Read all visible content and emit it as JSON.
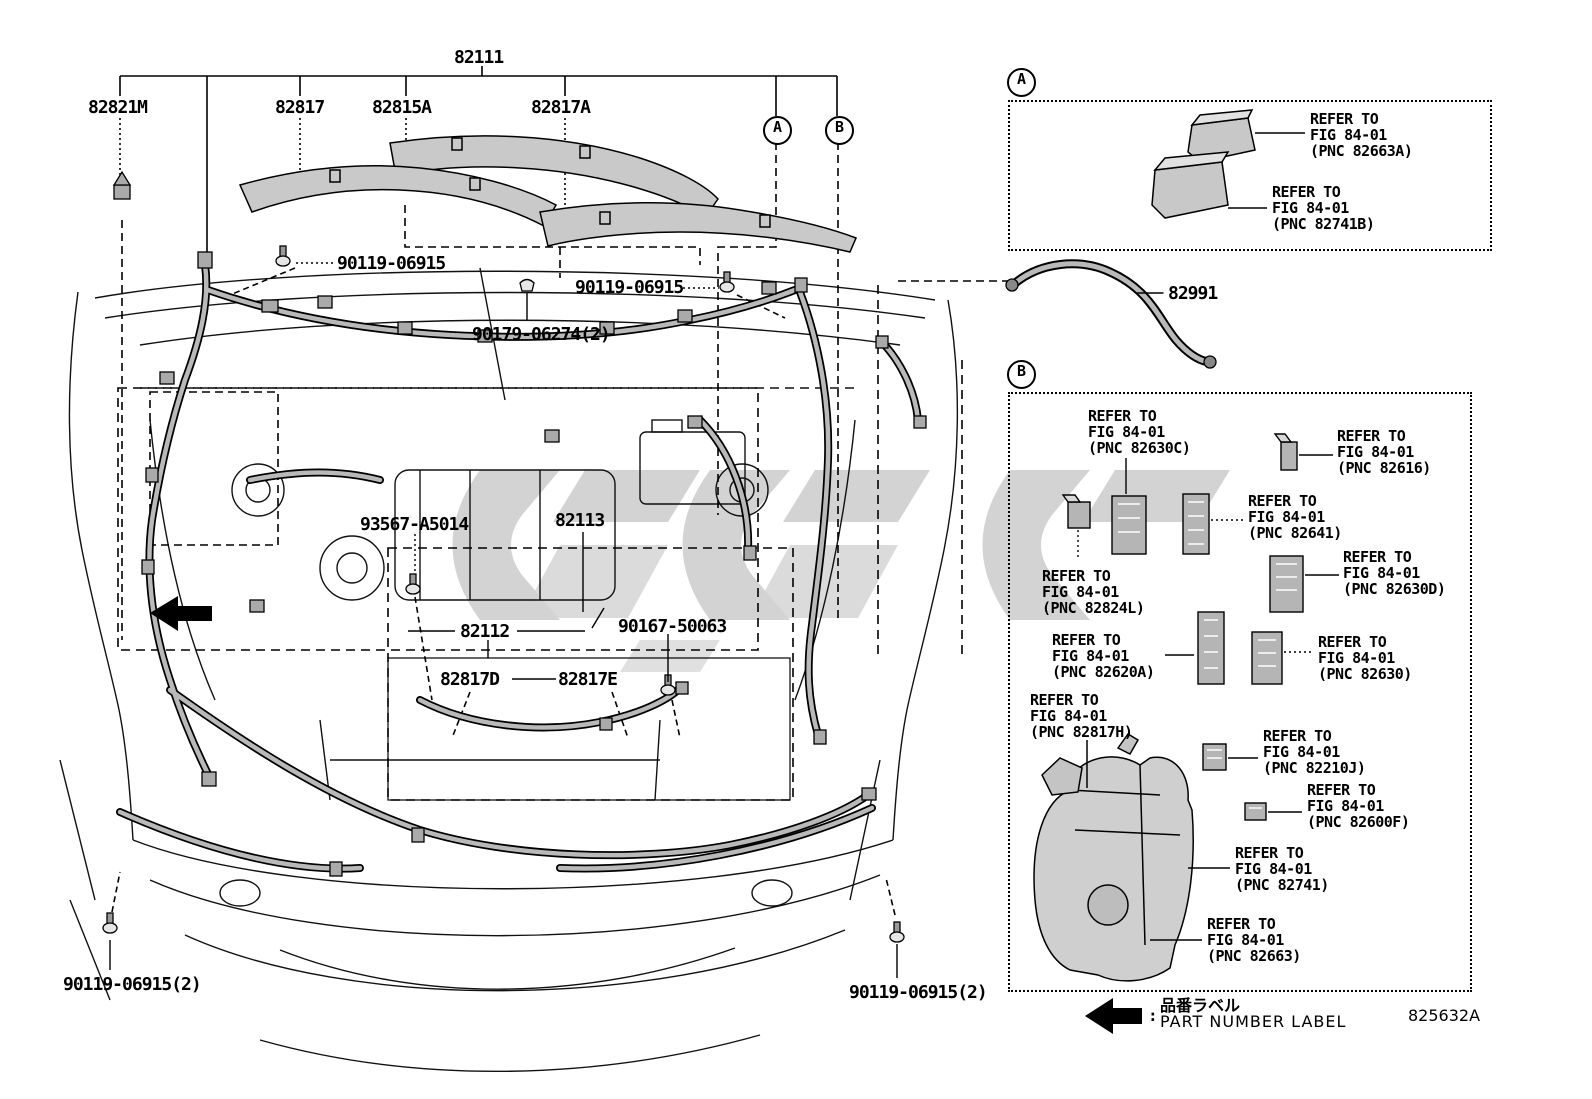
{
  "doc": {
    "code": "825632A"
  },
  "legend": {
    "colon": ":",
    "jp": "品番ラベル",
    "en": "PART NUMBER LABEL"
  },
  "callouts": {
    "a": "A",
    "b": "B"
  },
  "part_labels": [
    {
      "text": "82111"
    },
    {
      "text": "82821M"
    },
    {
      "text": "82817"
    },
    {
      "text": "82815A"
    },
    {
      "text": "82817A"
    },
    {
      "text": "90119-06915"
    },
    {
      "text": "90119-06915"
    },
    {
      "text": "90179-06274(2)"
    },
    {
      "text": "82113"
    },
    {
      "text": "93567-A5014"
    },
    {
      "text": "82112"
    },
    {
      "text": "90167-50063"
    },
    {
      "text": "82817D"
    },
    {
      "text": "82817E"
    },
    {
      "text": "90119-06915(2)"
    },
    {
      "text": "90119-06915(2)"
    },
    {
      "text": "82991"
    }
  ],
  "section_a": {
    "letter": "A",
    "items": [
      {
        "l1": "REFER TO",
        "l2": "FIG 84-01",
        "l3": "(PNC 82663A)"
      },
      {
        "l1": "REFER TO",
        "l2": "FIG 84-01",
        "l3": "(PNC 82741B)"
      }
    ]
  },
  "section_b": {
    "letter": "B",
    "items": [
      {
        "l1": "REFER TO",
        "l2": "FIG 84-01",
        "l3": "(PNC 82630C)"
      },
      {
        "l1": "REFER TO",
        "l2": "FIG 84-01",
        "l3": "(PNC 82616)"
      },
      {
        "l1": "REFER TO",
        "l2": "FIG 84-01",
        "l3": "(PNC 82641)"
      },
      {
        "l1": "REFER TO",
        "l2": "FIG 84-01",
        "l3": "(PNC 82630D)"
      },
      {
        "l1": "REFER TO",
        "l2": "FIG 84-01",
        "l3": "(PNC 82824L)"
      },
      {
        "l1": "REFER TO",
        "l2": "FIG 84-01",
        "l3": "(PNC 82620A)"
      },
      {
        "l1": "REFER TO",
        "l2": "FIG 84-01",
        "l3": "(PNC 82630)"
      },
      {
        "l1": "REFER TO",
        "l2": "FIG 84-01",
        "l3": "(PNC 82817H)"
      },
      {
        "l1": "REFER TO",
        "l2": "FIG 84-01",
        "l3": "(PNC 82210J)"
      },
      {
        "l1": "REFER TO",
        "l2": "FIG 84-01",
        "l3": "(PNC 82600F)"
      },
      {
        "l1": "REFER TO",
        "l2": "FIG 84-01",
        "l3": "(PNC 82741)"
      },
      {
        "l1": "REFER TO",
        "l2": "FIG 84-01",
        "l3": "(PNC 82663)"
      }
    ]
  },
  "colors": {
    "line": "#000000",
    "harness_fill": "#b9b9b9",
    "part_fill": "#c9c9c9",
    "watermark": "#a8a8a8"
  }
}
